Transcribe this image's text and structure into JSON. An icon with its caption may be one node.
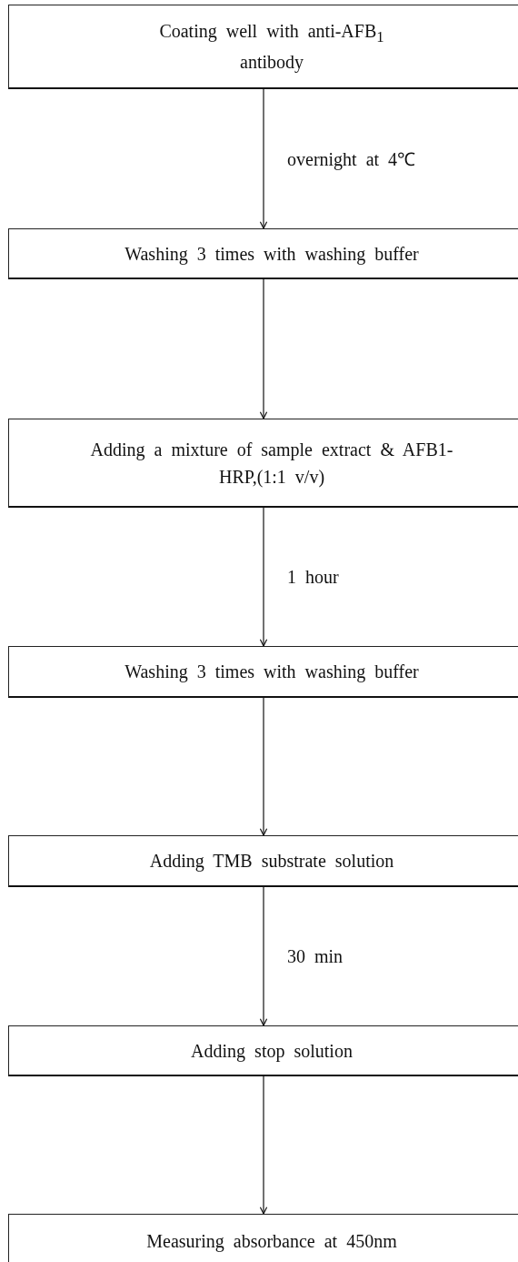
{
  "diagram": {
    "nodes": [
      {
        "text": [
          "Coating well with anti-AFB$_{1}$ antibody"
        ]
      },
      {
        "text": [
          "Washing 3 times with washing buffer"
        ]
      },
      {
        "text": [
          "Adding a mixture of sample extract & AFB1-HRP,(1:1 v/v)"
        ]
      },
      {
        "text": [
          "Washing 3 times with washing buffer"
        ]
      },
      {
        "text": [
          "Adding TMB substrate solution"
        ]
      },
      {
        "text": [
          "Adding stop solution"
        ]
      },
      {
        "text": [
          "Measuring absorbance at 450nm"
        ]
      }
    ],
    "edges": [
      {
        "from": 0,
        "to": 1,
        "arrow": "to",
        "label": "overnight at 4℃"
      },
      {
        "from": 1,
        "to": 2,
        "arrow": "to"
      },
      {
        "from": 2,
        "to": 3,
        "arrow": "to",
        "label": "1 hour"
      },
      {
        "from": 3,
        "to": 4,
        "arrow": "to"
      },
      {
        "from": 4,
        "to": 5,
        "arrow": "to",
        "label": "30 min"
      },
      {
        "from": 5,
        "to": 6,
        "arrow": "to"
      }
    ]
  }
}
